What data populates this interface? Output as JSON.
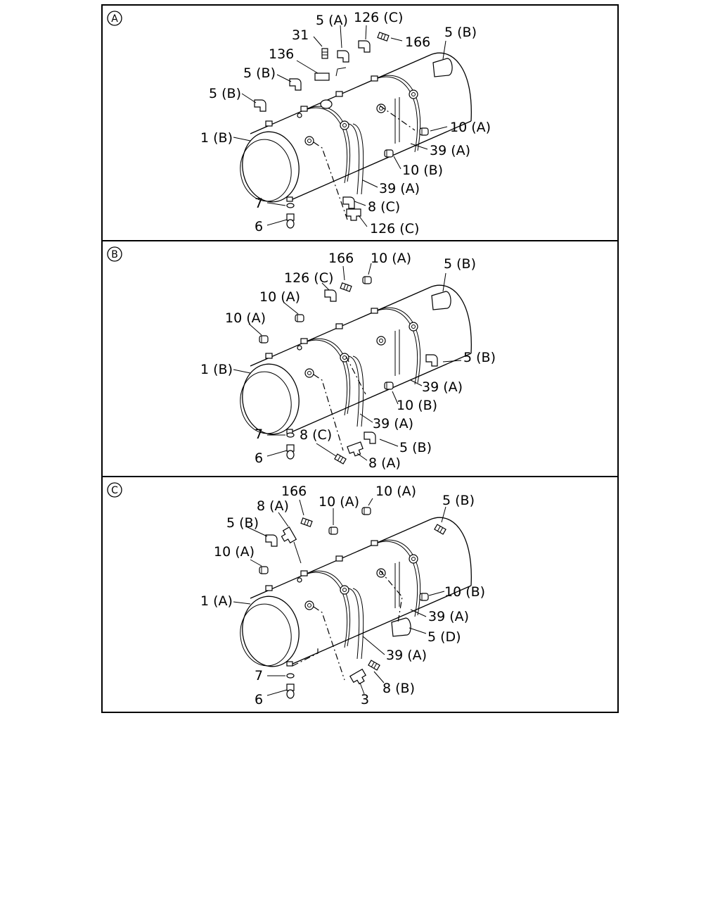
{
  "panels": [
    {
      "letter": "A",
      "tank_label": "1 (B)",
      "labels": [
        "5 (A)",
        "126 (C)",
        "166",
        "31",
        "5 (B)",
        "136",
        "5 (B)",
        "5 (B)",
        "10 (A)",
        "39 (A)",
        "10 (B)",
        "39 (A)",
        "7",
        "8 (C)",
        "6",
        "126 (C)"
      ]
    },
    {
      "letter": "B",
      "tank_label": "1 (B)",
      "labels": [
        "166",
        "10 (A)",
        "126 (C)",
        "5 (B)",
        "10 (A)",
        "10 (A)",
        "5 (B)",
        "39 (A)",
        "10 (B)",
        "39 (A)",
        "7",
        "8 (C)",
        "5 (B)",
        "6",
        "8 (A)"
      ]
    },
    {
      "letter": "C",
      "tank_label": "1 (A)",
      "labels": [
        "166",
        "10 (A)",
        "8 (A)",
        "10 (A)",
        "5 (B)",
        "5 (B)",
        "10 (A)",
        "10 (B)",
        "39 (A)",
        "5 (D)",
        "39 (A)",
        "7",
        "8 (B)",
        "6",
        "3"
      ]
    }
  ]
}
